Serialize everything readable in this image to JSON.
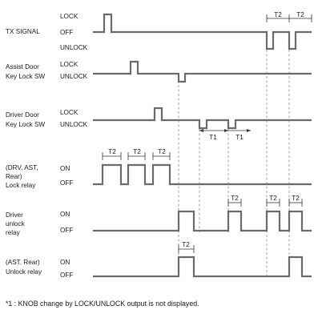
{
  "signals": [
    {
      "name_lines": [
        "TX SIGNAL"
      ],
      "states": [
        "LOCK",
        "OFF",
        "UNLOCK"
      ]
    },
    {
      "name_lines": [
        "Assist Door",
        "Key Lock SW"
      ],
      "states": [
        "LOCK",
        "UNLOCK"
      ]
    },
    {
      "name_lines": [
        "Driver Door",
        "Key Lock SW"
      ],
      "states": [
        "LOCK",
        "UNLOCK"
      ]
    },
    {
      "name_lines": [
        "(DRV, AST,",
        "Rear)",
        "Lock relay"
      ],
      "states": [
        "ON",
        "OFF"
      ]
    },
    {
      "name_lines": [
        "Driver",
        "unlock",
        "relay"
      ],
      "states": [
        "ON",
        "OFF"
      ]
    },
    {
      "name_lines": [
        "(AST, Rear)",
        "Unlock relay"
      ],
      "states": [
        "ON",
        "OFF"
      ]
    }
  ],
  "timing_labels": {
    "t2": "T2",
    "t1": "T1"
  },
  "footnote": "*1 : KNOB change by LOCK/UNLOCK output is not displayed.",
  "colors": {
    "waveform": "#6a6a6a",
    "text": "#1a1a1a",
    "guide": "#8a8a8a"
  }
}
